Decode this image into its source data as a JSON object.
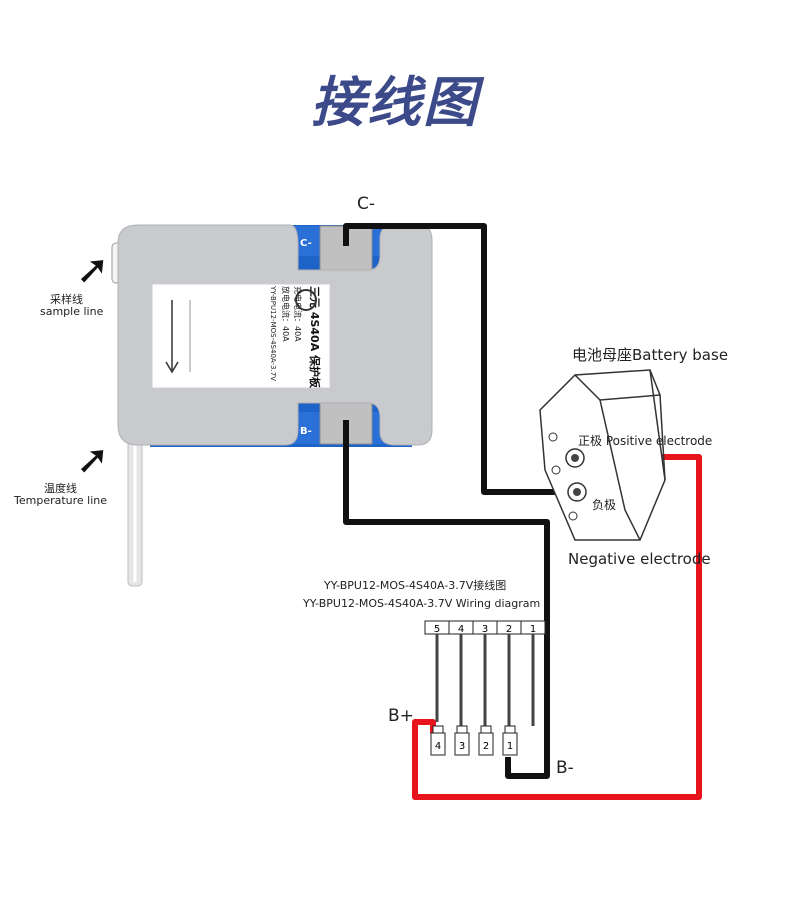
{
  "title": "接线图",
  "labels": {
    "c_minus": "C-",
    "b_minus": "B-",
    "b_plus": "B+",
    "sample_cn": "采样线",
    "sample_en": "sample line",
    "temp_cn": "温度线",
    "temp_en": "Temperature line",
    "battery_base": "电池母座Battery base",
    "positive": "正极  Positive electrode",
    "negative_cn": "负极",
    "negative_en": "Negative electrode",
    "model_cn": "YY-BPU12-MOS-4S40A-3.7V接线图",
    "model_en": "YY-BPU12-MOS-4S40A-3.7V Wiring diagram"
  },
  "board": {
    "name_cn": "三元 4S40A 保护板",
    "charge_current": "充电电流：40A",
    "discharge_current": "放电电流：40A",
    "model": "YY-BPU12-MOS-4S40A-3.7V",
    "pad_top": "C-",
    "pad_bottom": "B-"
  },
  "connector_top": [
    "5",
    "4",
    "3",
    "2",
    "1"
  ],
  "cells": [
    "4",
    "3",
    "2",
    "1"
  ],
  "colors": {
    "title": "#3c4a8a",
    "wire_black": "#111111",
    "wire_red": "#e8141c",
    "pcb_blue": "#1e63c8",
    "cover_gray": "#c9cacd"
  }
}
